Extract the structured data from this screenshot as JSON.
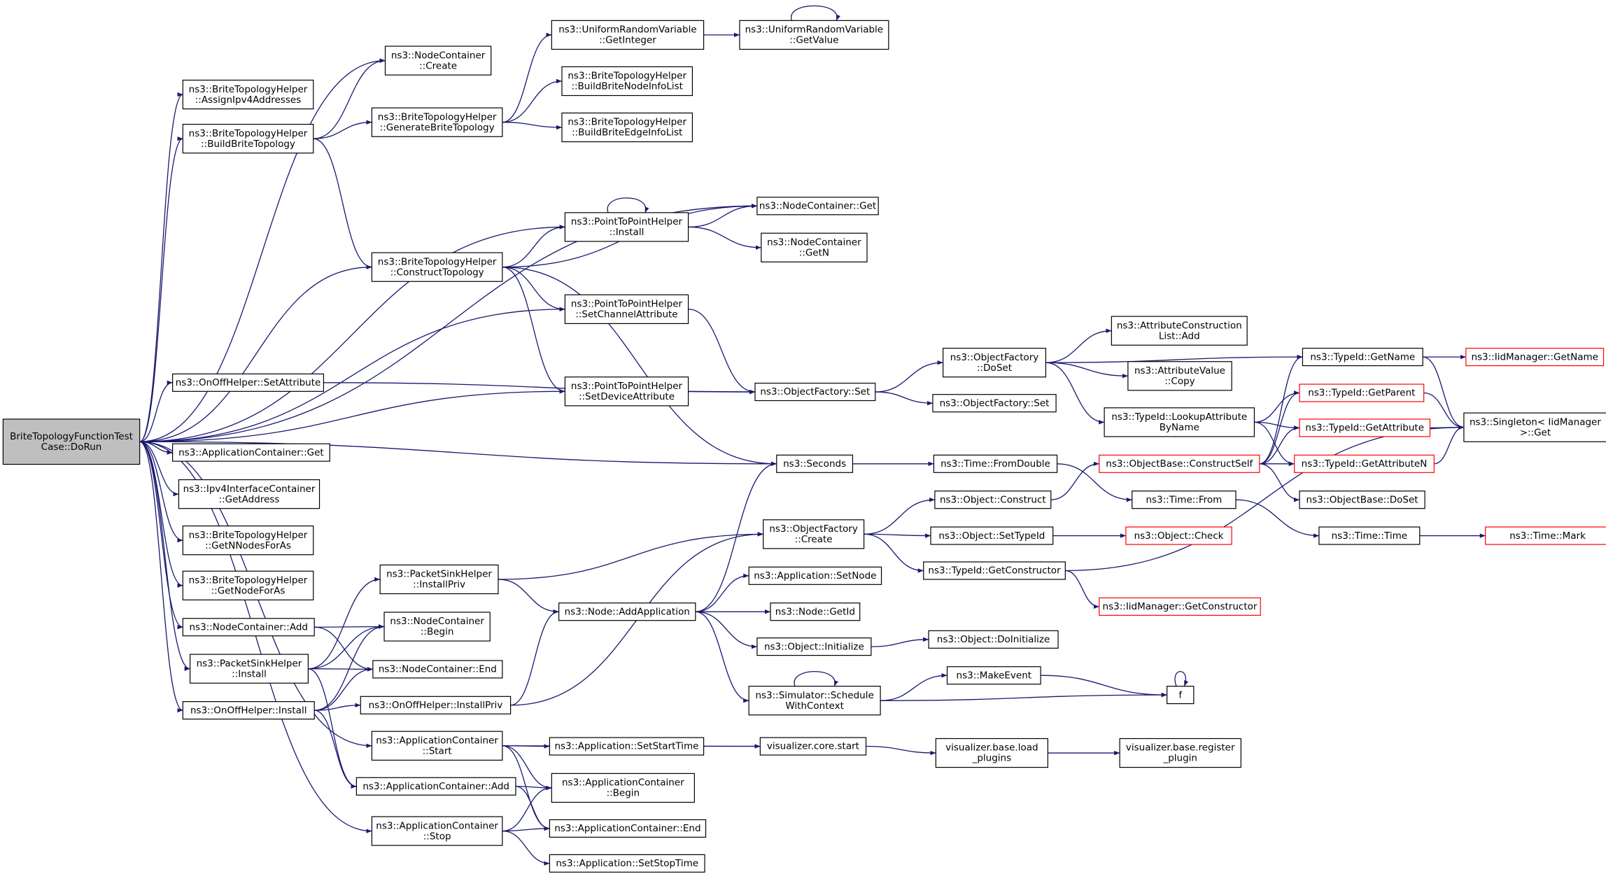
{
  "colors": {
    "edge": "#191970",
    "border": "#000000",
    "border_truncated": "#ff0000",
    "root_fill": "#bfbfbf",
    "node_fill": "#ffffff"
  },
  "nodes": [
    {
      "id": "root",
      "lines": [
        "BriteTopologyFunctionTest",
        "Case::DoRun"
      ],
      "root": true
    },
    {
      "id": "nc_create",
      "lines": [
        "ns3::NodeContainer",
        "::Create"
      ]
    },
    {
      "id": "assign_ipv4",
      "lines": [
        "ns3::BriteTopologyHelper",
        "::AssignIpv4Addresses"
      ]
    },
    {
      "id": "build_brite",
      "lines": [
        "ns3::BriteTopologyHelper",
        "::BuildBriteTopology"
      ]
    },
    {
      "id": "gen_brite",
      "lines": [
        "ns3::BriteTopologyHelper",
        "::GenerateBriteTopology"
      ]
    },
    {
      "id": "urv_getint",
      "lines": [
        "ns3::UniformRandomVariable",
        "::GetInteger"
      ]
    },
    {
      "id": "urv_getval",
      "lines": [
        "ns3::UniformRandomVariable",
        "::GetValue"
      ]
    },
    {
      "id": "build_node_info",
      "lines": [
        "ns3::BriteTopologyHelper",
        "::BuildBriteNodeInfoList"
      ]
    },
    {
      "id": "build_edge_info",
      "lines": [
        "ns3::BriteTopologyHelper",
        "::BuildBriteEdgeInfoList"
      ]
    },
    {
      "id": "p2p_install",
      "lines": [
        "ns3::PointToPointHelper",
        "::Install"
      ]
    },
    {
      "id": "nc_get",
      "lines": [
        "ns3::NodeContainer::Get"
      ]
    },
    {
      "id": "nc_getn",
      "lines": [
        "ns3::NodeContainer",
        "::GetN"
      ]
    },
    {
      "id": "construct_topo",
      "lines": [
        "ns3::BriteTopologyHelper",
        "::ConstructTopology"
      ]
    },
    {
      "id": "p2p_setchan",
      "lines": [
        "ns3::PointToPointHelper",
        "::SetChannelAttribute"
      ]
    },
    {
      "id": "onoff_setattr",
      "lines": [
        "ns3::OnOffHelper::SetAttribute"
      ]
    },
    {
      "id": "p2p_setdev",
      "lines": [
        "ns3::PointToPointHelper",
        "::SetDeviceAttribute"
      ]
    },
    {
      "id": "of_set",
      "lines": [
        "ns3::ObjectFactory::Set"
      ]
    },
    {
      "id": "of_doset",
      "lines": [
        "ns3::ObjectFactory",
        "::DoSet"
      ]
    },
    {
      "id": "of_set2",
      "lines": [
        "ns3::ObjectFactory::Set"
      ]
    },
    {
      "id": "acl_add",
      "lines": [
        "ns3::AttributeConstruction",
        "List::Add"
      ]
    },
    {
      "id": "av_copy",
      "lines": [
        "ns3::AttributeValue",
        "::Copy"
      ]
    },
    {
      "id": "tid_lookup",
      "lines": [
        "ns3::TypeId::LookupAttribute",
        "ByName"
      ]
    },
    {
      "id": "tid_getname",
      "lines": [
        "ns3::TypeId::GetName"
      ]
    },
    {
      "id": "iid_getname",
      "lines": [
        "ns3::IidManager::GetName"
      ],
      "truncated": true
    },
    {
      "id": "tid_getparent",
      "lines": [
        "ns3::TypeId::GetParent"
      ],
      "truncated": true
    },
    {
      "id": "tid_getattr",
      "lines": [
        "ns3::TypeId::GetAttribute"
      ],
      "truncated": true
    },
    {
      "id": "tid_getattrn",
      "lines": [
        "ns3::TypeId::GetAttributeN"
      ],
      "truncated": true
    },
    {
      "id": "singleton_get",
      "lines": [
        "ns3::Singleton< IidManager",
        ">::Get"
      ]
    },
    {
      "id": "ob_construct",
      "lines": [
        "ns3::ObjectBase::ConstructSelf"
      ],
      "truncated": true
    },
    {
      "id": "ob_doset",
      "lines": [
        "ns3::ObjectBase::DoSet"
      ]
    },
    {
      "id": "ac_get",
      "lines": [
        "ns3::ApplicationContainer::Get"
      ]
    },
    {
      "id": "seconds",
      "lines": [
        "ns3::Seconds"
      ]
    },
    {
      "id": "time_fromdouble",
      "lines": [
        "ns3::Time::FromDouble"
      ]
    },
    {
      "id": "time_from",
      "lines": [
        "ns3::Time::From"
      ]
    },
    {
      "id": "time_time",
      "lines": [
        "ns3::Time::Time"
      ]
    },
    {
      "id": "time_mark",
      "lines": [
        "ns3::Time::Mark"
      ],
      "truncated": true
    },
    {
      "id": "ipv4_getaddr",
      "lines": [
        "ns3::Ipv4InterfaceContainer",
        "::GetAddress"
      ]
    },
    {
      "id": "get_nnodes",
      "lines": [
        "ns3::BriteTopologyHelper",
        "::GetNNodesForAs"
      ]
    },
    {
      "id": "get_nodeforas",
      "lines": [
        "ns3::BriteTopologyHelper",
        "::GetNodeForAs"
      ]
    },
    {
      "id": "obj_construct",
      "lines": [
        "ns3::Object::Construct"
      ]
    },
    {
      "id": "of_create",
      "lines": [
        "ns3::ObjectFactory",
        "::Create"
      ]
    },
    {
      "id": "obj_settypeid",
      "lines": [
        "ns3::Object::SetTypeId"
      ]
    },
    {
      "id": "obj_check",
      "lines": [
        "ns3::Object::Check"
      ],
      "truncated": true
    },
    {
      "id": "tid_getctor",
      "lines": [
        "ns3::TypeId::GetConstructor"
      ]
    },
    {
      "id": "iid_getctor",
      "lines": [
        "ns3::IidManager::GetConstructor"
      ],
      "truncated": true
    },
    {
      "id": "psh_installpriv",
      "lines": [
        "ns3::PacketSinkHelper",
        "::InstallPriv"
      ]
    },
    {
      "id": "app_setnode",
      "lines": [
        "ns3::Application::SetNode"
      ]
    },
    {
      "id": "node_addapp",
      "lines": [
        "ns3::Node::AddApplication"
      ]
    },
    {
      "id": "node_getid",
      "lines": [
        "ns3::Node::GetId"
      ]
    },
    {
      "id": "nc_add",
      "lines": [
        "ns3::NodeContainer::Add"
      ]
    },
    {
      "id": "nc_begin",
      "lines": [
        "ns3::NodeContainer",
        "::Begin"
      ]
    },
    {
      "id": "obj_init",
      "lines": [
        "ns3::Object::Initialize"
      ]
    },
    {
      "id": "obj_doinit",
      "lines": [
        "ns3::Object::DoInitialize"
      ]
    },
    {
      "id": "psh_install",
      "lines": [
        "ns3::PacketSinkHelper",
        "::Install"
      ]
    },
    {
      "id": "nc_end",
      "lines": [
        "ns3::NodeContainer::End"
      ]
    },
    {
      "id": "make_event",
      "lines": [
        "ns3::MakeEvent"
      ]
    },
    {
      "id": "sim_schedule",
      "lines": [
        "ns3::Simulator::Schedule",
        "WithContext"
      ]
    },
    {
      "id": "f",
      "lines": [
        "f"
      ]
    },
    {
      "id": "onoff_install",
      "lines": [
        "ns3::OnOffHelper::Install"
      ]
    },
    {
      "id": "onoff_installpriv",
      "lines": [
        "ns3::OnOffHelper::InstallPriv"
      ]
    },
    {
      "id": "ac_start",
      "lines": [
        "ns3::ApplicationContainer",
        "::Start"
      ]
    },
    {
      "id": "app_setstart",
      "lines": [
        "ns3::Application::SetStartTime"
      ]
    },
    {
      "id": "viz_start",
      "lines": [
        "visualizer.core.start"
      ]
    },
    {
      "id": "viz_load",
      "lines": [
        "visualizer.base.load",
        "_plugins"
      ]
    },
    {
      "id": "viz_register",
      "lines": [
        "visualizer.base.register",
        "_plugin"
      ]
    },
    {
      "id": "ac_add",
      "lines": [
        "ns3::ApplicationContainer::Add"
      ]
    },
    {
      "id": "ac_begin",
      "lines": [
        "ns3::ApplicationContainer",
        "::Begin"
      ]
    },
    {
      "id": "ac_stop",
      "lines": [
        "ns3::ApplicationContainer",
        "::Stop"
      ]
    },
    {
      "id": "ac_end",
      "lines": [
        "ns3::ApplicationContainer::End"
      ]
    },
    {
      "id": "app_setstop",
      "lines": [
        "ns3::Application::SetStopTime"
      ]
    }
  ],
  "edges": [
    [
      "root",
      "nc_create"
    ],
    [
      "root",
      "assign_ipv4"
    ],
    [
      "root",
      "build_brite"
    ],
    [
      "root",
      "nc_get"
    ],
    [
      "root",
      "p2p_install"
    ],
    [
      "root",
      "construct_topo"
    ],
    [
      "root",
      "p2p_setchan"
    ],
    [
      "root",
      "p2p_setdev"
    ],
    [
      "root",
      "onoff_setattr"
    ],
    [
      "root",
      "ac_get"
    ],
    [
      "root",
      "ipv4_getaddr"
    ],
    [
      "root",
      "get_nnodes"
    ],
    [
      "root",
      "get_nodeforas"
    ],
    [
      "root",
      "seconds"
    ],
    [
      "root",
      "nc_add"
    ],
    [
      "root",
      "psh_install"
    ],
    [
      "root",
      "onoff_install"
    ],
    [
      "root",
      "ac_start"
    ],
    [
      "root",
      "ac_stop"
    ],
    [
      "build_brite",
      "nc_create"
    ],
    [
      "build_brite",
      "gen_brite"
    ],
    [
      "build_brite",
      "construct_topo"
    ],
    [
      "gen_brite",
      "urv_getint"
    ],
    [
      "gen_brite",
      "build_node_info"
    ],
    [
      "gen_brite",
      "build_edge_info"
    ],
    [
      "urv_getint",
      "urv_getval"
    ],
    [
      "urv_getval",
      "urv_getval"
    ],
    [
      "construct_topo",
      "p2p_install"
    ],
    [
      "construct_topo",
      "nc_get"
    ],
    [
      "construct_topo",
      "p2p_setchan"
    ],
    [
      "construct_topo",
      "p2p_setdev"
    ],
    [
      "construct_topo",
      "seconds"
    ],
    [
      "p2p_install",
      "p2p_install"
    ],
    [
      "p2p_install",
      "nc_get"
    ],
    [
      "p2p_install",
      "nc_getn"
    ],
    [
      "p2p_setchan",
      "of_set"
    ],
    [
      "p2p_setdev",
      "of_set"
    ],
    [
      "onoff_setattr",
      "of_set"
    ],
    [
      "of_set",
      "of_doset"
    ],
    [
      "of_set",
      "of_set2"
    ],
    [
      "of_doset",
      "tid_getname"
    ],
    [
      "of_doset",
      "acl_add"
    ],
    [
      "of_doset",
      "av_copy"
    ],
    [
      "of_doset",
      "tid_lookup"
    ],
    [
      "tid_lookup",
      "tid_getparent"
    ],
    [
      "tid_lookup",
      "tid_getattr"
    ],
    [
      "tid_lookup",
      "tid_getattrn"
    ],
    [
      "tid_getname",
      "iid_getname"
    ],
    [
      "tid_getname",
      "singleton_get"
    ],
    [
      "tid_getparent",
      "singleton_get"
    ],
    [
      "tid_getattr",
      "singleton_get"
    ],
    [
      "tid_getattrn",
      "singleton_get"
    ],
    [
      "ob_construct",
      "tid_getname"
    ],
    [
      "ob_construct",
      "tid_getparent"
    ],
    [
      "ob_construct",
      "tid_getattr"
    ],
    [
      "ob_construct",
      "tid_getattrn"
    ],
    [
      "ob_construct",
      "ob_doset"
    ],
    [
      "seconds",
      "time_fromdouble"
    ],
    [
      "time_fromdouble",
      "time_from"
    ],
    [
      "time_from",
      "time_time"
    ],
    [
      "time_time",
      "time_mark"
    ],
    [
      "of_create",
      "obj_construct"
    ],
    [
      "of_create",
      "obj_settypeid"
    ],
    [
      "of_create",
      "tid_getctor"
    ],
    [
      "obj_construct",
      "ob_construct"
    ],
    [
      "obj_settypeid",
      "obj_check"
    ],
    [
      "tid_getctor",
      "singleton_get"
    ],
    [
      "tid_getctor",
      "iid_getctor"
    ],
    [
      "psh_installpriv",
      "of_create"
    ],
    [
      "psh_installpriv",
      "node_addapp"
    ],
    [
      "node_addapp",
      "seconds"
    ],
    [
      "node_addapp",
      "app_setnode"
    ],
    [
      "node_addapp",
      "node_getid"
    ],
    [
      "node_addapp",
      "obj_init"
    ],
    [
      "node_addapp",
      "sim_schedule"
    ],
    [
      "obj_init",
      "obj_doinit"
    ],
    [
      "sim_schedule",
      "sim_schedule"
    ],
    [
      "sim_schedule",
      "make_event"
    ],
    [
      "sim_schedule",
      "f"
    ],
    [
      "make_event",
      "f"
    ],
    [
      "f",
      "f"
    ],
    [
      "nc_add",
      "nc_begin"
    ],
    [
      "nc_add",
      "nc_end"
    ],
    [
      "psh_install",
      "psh_installpriv"
    ],
    [
      "psh_install",
      "nc_begin"
    ],
    [
      "psh_install",
      "nc_end"
    ],
    [
      "psh_install",
      "ac_add"
    ],
    [
      "onoff_install",
      "nc_begin"
    ],
    [
      "onoff_install",
      "nc_end"
    ],
    [
      "onoff_install",
      "onoff_installpriv"
    ],
    [
      "onoff_install",
      "ac_add"
    ],
    [
      "onoff_installpriv",
      "of_create"
    ],
    [
      "onoff_installpriv",
      "node_addapp"
    ],
    [
      "ac_start",
      "app_setstart"
    ],
    [
      "ac_start",
      "viz_start"
    ],
    [
      "ac_start",
      "ac_begin"
    ],
    [
      "ac_start",
      "ac_end"
    ],
    [
      "app_setstart",
      "viz_start"
    ],
    [
      "viz_start",
      "viz_load"
    ],
    [
      "viz_load",
      "viz_register"
    ],
    [
      "ac_add",
      "ac_begin"
    ],
    [
      "ac_add",
      "ac_end"
    ],
    [
      "ac_stop",
      "ac_begin"
    ],
    [
      "ac_stop",
      "ac_end"
    ],
    [
      "ac_stop",
      "app_setstop"
    ]
  ]
}
